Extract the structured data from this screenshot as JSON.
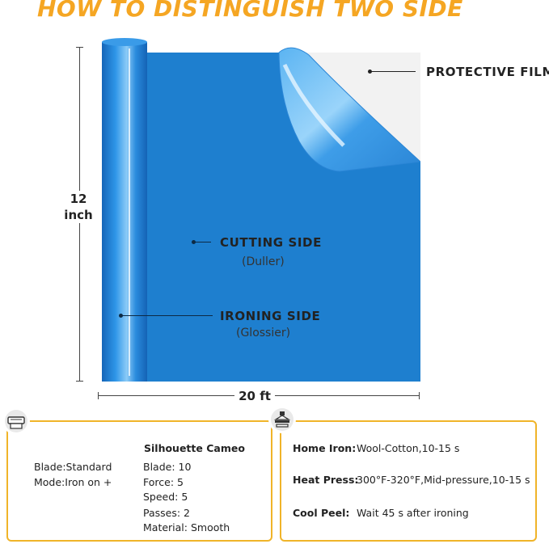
{
  "title": "HOW TO DISTINGUISH TWO SIDE",
  "dimensions": {
    "height_value": "12",
    "height_unit": "inch",
    "width": "20 ft"
  },
  "labels": {
    "protective_film": "PROTECTIVE FILM",
    "cutting_side": "CUTTING SIDE",
    "cutting_side_note": "(Duller)",
    "ironing_side": "IRONING SIDE",
    "ironing_side_note": "(Glossier)"
  },
  "colors": {
    "accent": "#F5A623",
    "box_border": "#F0B429",
    "vinyl_blue": "#1E7FCF"
  },
  "cutter_settings": {
    "icon": "cutter-machine-icon",
    "blade": "Blade:Standard",
    "mode": "Mode:Iron on +",
    "heading": "Silhouette Cameo",
    "items": [
      "Blade: 10",
      "Force: 5",
      "Speed: 5",
      "Passes: 2",
      "Material: Smooth"
    ]
  },
  "press_settings": {
    "icon": "heat-press-icon",
    "rows": [
      {
        "label": "Home Iron:",
        "value": "Wool-Cotton,10-15 s"
      },
      {
        "label": "Heat Press:",
        "value": "300°F-320°F,Mid-pressure,10-15 s"
      },
      {
        "label": "Cool Peel:",
        "value": "Wait 45 s after ironing"
      }
    ]
  }
}
